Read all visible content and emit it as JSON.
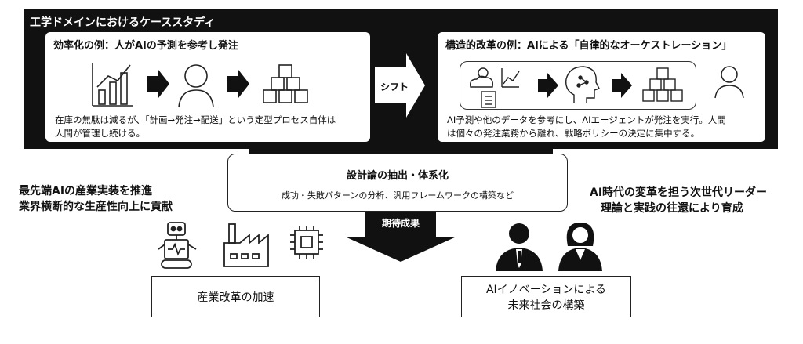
{
  "header": {
    "title": "工学ドメインにおけるケーススタディ"
  },
  "left_panel": {
    "title": "効率化の例：人がAIの予測を参考し発注",
    "caption_line1": "在庫の無駄は減るが、「計画→発注→配送」という定型プロセス自体は",
    "caption_line2": "人間が管理し続ける。"
  },
  "shift": {
    "label": "シフト"
  },
  "right_panel": {
    "title": "構造的改革の例：AIによる「自律的なオーケストレーション」",
    "caption_line1": "AI予測や他のデータを参考にし、AIエージェントが発注を実行。人間",
    "caption_line2": "は個々の発注業務から離れ、戦略ポリシーの決定に集中する。"
  },
  "center": {
    "title": "設計論の抽出・体系化",
    "subtitle": "成功・失敗パターンの分析、汎用フレームワークの構築など"
  },
  "expected": {
    "label": "期待成果"
  },
  "left_side": {
    "line1": "最先端AIの産業実装を推進",
    "line2": "業界横断的な生産性向上に貢献"
  },
  "right_side": {
    "line1": "AI時代の変革を担う次世代リーダー",
    "line2": "理論と実践の往還により育成"
  },
  "outcome_left": {
    "label": "産業改革の加速"
  },
  "outcome_right": {
    "line1": "AIイノベーションによる",
    "line2": "未来社会の構築"
  },
  "colors": {
    "dark": "#111111",
    "light": "#ffffff",
    "gray": "#555555"
  }
}
